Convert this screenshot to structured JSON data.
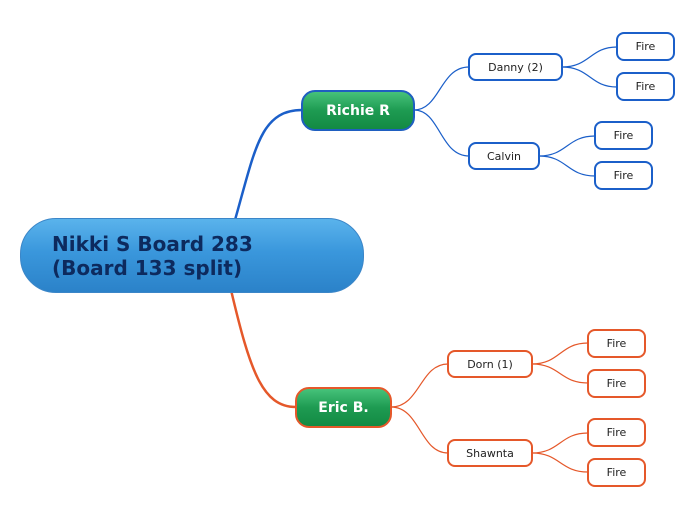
{
  "root": {
    "line1": "Nikki S Board 283",
    "line2": "(Board 133 split)"
  },
  "colors": {
    "blue_branch": "#1b5fc9",
    "orange_branch": "#e5582a",
    "main_node_fill": "#1e9b52",
    "root_fill": "#3a97dc"
  },
  "branches": [
    {
      "label": "Richie R",
      "color": "blue",
      "children": [
        {
          "label": "Danny (2)",
          "children": [
            "Fire",
            "Fire"
          ]
        },
        {
          "label": "Calvin",
          "children": [
            "Fire",
            "Fire"
          ]
        }
      ]
    },
    {
      "label": "Eric B.",
      "color": "orange",
      "children": [
        {
          "label": "Dorn (1)",
          "children": [
            "Fire",
            "Fire"
          ]
        },
        {
          "label": "Shawnta",
          "children": [
            "Fire",
            "Fire"
          ]
        }
      ]
    }
  ]
}
